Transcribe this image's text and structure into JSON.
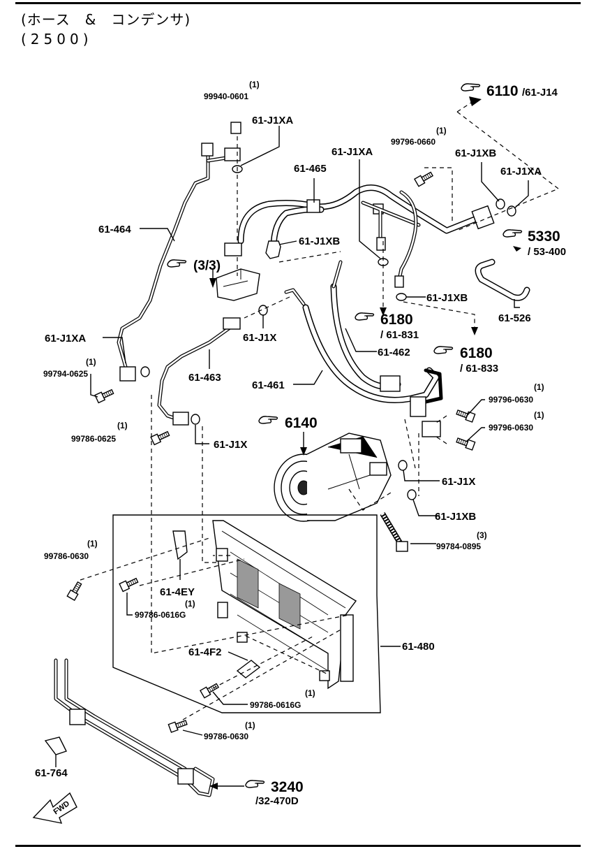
{
  "title": {
    "line1": "(ホース　&　コンデンサ)",
    "line2": "(2500)"
  },
  "labels": {
    "p99940_0601": "99940-0601",
    "p99940_0601_qty": "(1)",
    "p61_J1XA_a": "61-J1XA",
    "p61_J1XA_b": "61-J1XA",
    "p61_J1XA_c": "61-J1XA",
    "p61_J1XA_d": "61-J1XA",
    "p61_J1XB_a": "61-J1XB",
    "p61_J1XB_b": "61-J1XB",
    "p61_J1XB_c": "61-J1XB",
    "p61_J1XB_d": "61-J1XB",
    "p61_J1X_a": "61-J1X",
    "p61_J1X_b": "61-J1X",
    "p61_J1X_c": "61-J1X",
    "p99796_0660": "99796-0660",
    "p99796_0660_qty": "(1)",
    "p61_465": "61-465",
    "p61_464": "61-464",
    "ref_3_3": "(3/3)",
    "p61_463": "61-463",
    "p61_462": "61-462",
    "p61_461": "61-461",
    "p99794_0625": "99794-0625",
    "p99794_0625_qty": "(1)",
    "p99786_0625": "99786-0625",
    "p99786_0625_qty": "(1)",
    "p99796_0630_a": "99796-0630",
    "p99796_0630_a_qty": "(1)",
    "p99796_0630_b": "99796-0630",
    "p99796_0630_b_qty": "(1)",
    "p99784_0895": "99784-0895",
    "p99784_0895_qty": "(3)",
    "p99786_0630_a": "99786-0630",
    "p99786_0630_a_qty": "(1)",
    "p61_4EY": "61-4EY",
    "p99786_0616G_a": "99786-0616G",
    "p99786_0616G_a_qty": "(1)",
    "p61_480": "61-480",
    "p61_4F2": "61-4F2",
    "p99786_0616G_b": "99786-0616G",
    "p99786_0616G_b_qty": "(1)",
    "p99786_0630_b": "99786-0630",
    "p99786_0630_b_qty": "(1)",
    "p61_764": "61-764",
    "p61_526": "61-526",
    "fwd": "FWD"
  },
  "refs": {
    "r6110": {
      "num": "6110",
      "sub": "/61-J14"
    },
    "r5330": {
      "num": "5330",
      "sub": "/ 53-400"
    },
    "r6180a": {
      "num": "6180",
      "sub": "/ 61-831"
    },
    "r6180b": {
      "num": "6180",
      "sub": "/ 61-833"
    },
    "r6140": {
      "num": "6140",
      "sub": ""
    },
    "r3240": {
      "num": "3240",
      "sub": "/32-470D"
    }
  }
}
